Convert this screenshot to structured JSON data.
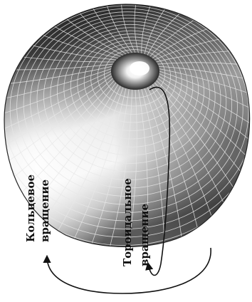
{
  "labels": {
    "ring_rotation_line1": "Кольцевое",
    "ring_rotation_line2": "вращение",
    "toroidal_rotation_line1": "Тороидальное",
    "toroidal_rotation_line2": "вращение"
  },
  "colors": {
    "torus_dark": "#1c1c1c",
    "torus_light": "#ffffff",
    "grid": "#e8e8e8",
    "arrow": "#111111"
  }
}
